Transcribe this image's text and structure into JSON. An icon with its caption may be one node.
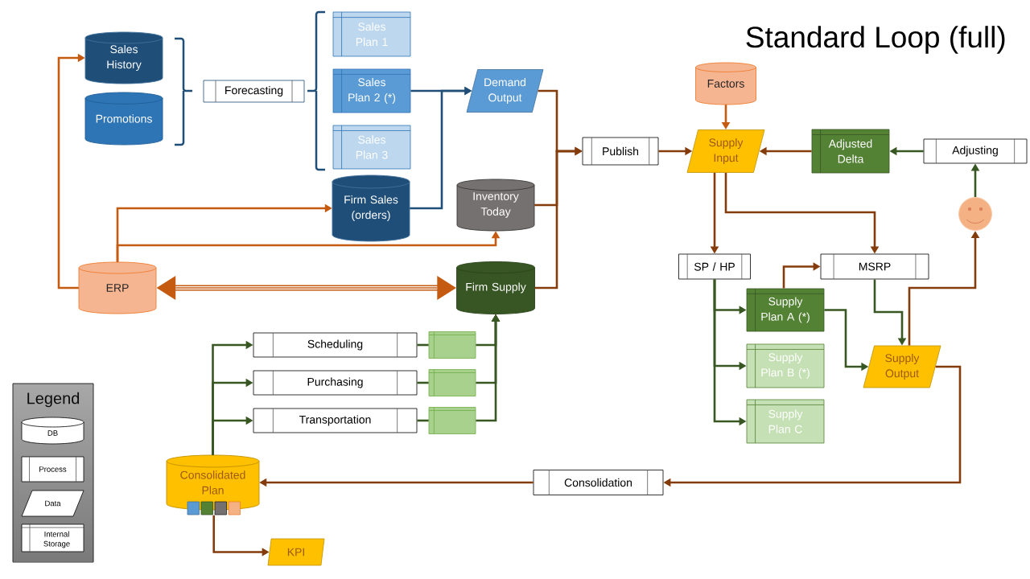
{
  "diagram": {
    "title": "Standard Loop (full)",
    "nodes": [
      {
        "text": [
          "Sales History"
        ]
      },
      {
        "text": [
          "Promotions"
        ]
      },
      {
        "text": [
          "Forecasting"
        ]
      },
      {
        "text": [
          "Sales Plan 1"
        ]
      },
      {
        "text": [
          "Sales Plan 2 (*)"
        ]
      },
      {
        "text": [
          "Sales Plan 3"
        ]
      },
      {
        "text": [
          "Demand Output"
        ]
      },
      {
        "text": [
          "Factors"
        ]
      },
      {
        "text": [
          "Publish"
        ]
      },
      {
        "text": [
          "Supply Input"
        ]
      },
      {
        "text": [
          "Adjusted Delta"
        ]
      },
      {
        "text": [
          "Adjusting"
        ]
      },
      {
        "text": [
          "Firm Sales (orders)"
        ]
      },
      {
        "text": [
          "Inventory Today"
        ]
      },
      {
        "text": [],
        "shape": "circle"
      },
      {
        "text": [
          "ERP"
        ]
      },
      {
        "text": [
          "Firm Supply"
        ]
      },
      {
        "text": [
          "SP / HP"
        ]
      },
      {
        "text": [
          "MSRP"
        ]
      },
      {
        "text": [
          "Supply Plan A (*)"
        ]
      },
      {
        "text": [
          "Scheduling"
        ]
      },
      {
        "text": [],
        "shape": "box"
      },
      {
        "text": [
          "Supply Output"
        ]
      },
      {
        "text": [
          "Supply Plan B (*)"
        ]
      },
      {
        "text": [
          "Purchasing"
        ]
      },
      {
        "text": [],
        "shape": "box"
      },
      {
        "text": [
          "Transportation"
        ]
      },
      {
        "text": [],
        "shape": "box"
      },
      {
        "text": [
          "Supply Plan C"
        ]
      },
      {
        "text": [
          "Consolidated Plan"
        ]
      },
      {
        "text": [
          "Consolidation"
        ]
      },
      {
        "text": [
          "KPI"
        ]
      }
    ],
    "edges": [
      {
        "from": 15,
        "to": 0,
        "arrow": "to",
        "color": "#c55a11"
      },
      {
        "from": 15,
        "to": 12,
        "arrow": "to",
        "color": "#c55a11"
      },
      {
        "from": 15,
        "to": 13,
        "arrow": "to",
        "color": "#c55a11"
      },
      {
        "from": 15,
        "to": 16,
        "arrow": "both",
        "style": "thick",
        "color": "#c55a11"
      },
      {
        "from": 4,
        "to": 6,
        "arrow": "to",
        "color": "#1f4e79"
      },
      {
        "from": 12,
        "to": 6,
        "arrow": "to",
        "color": "#1f4e79"
      },
      {
        "from": 6,
        "to": 8,
        "arrow": "to",
        "color": "#843c0c"
      },
      {
        "from": 13,
        "to": 8,
        "arrow": "to",
        "color": "#843c0c"
      },
      {
        "from": 16,
        "to": 8,
        "arrow": "to",
        "color": "#843c0c"
      },
      {
        "from": 8,
        "to": 9,
        "arrow": "to",
        "color": "#843c0c"
      },
      {
        "from": 7,
        "to": 9,
        "arrow": "to",
        "color": "#c55a11"
      },
      {
        "from": 10,
        "to": 9,
        "arrow": "to",
        "color": "#843c0c"
      },
      {
        "from": 11,
        "to": 10,
        "arrow": "to"
      },
      {
        "from": 14,
        "to": 11,
        "arrow": "to"
      },
      {
        "from": 9,
        "to": 17,
        "arrow": "to",
        "color": "#843c0c"
      },
      {
        "from": 9,
        "to": 18,
        "arrow": "to",
        "color": "#843c0c"
      },
      {
        "from": 17,
        "to": 19,
        "arrow": "to"
      },
      {
        "from": 17,
        "to": 23,
        "arrow": "to"
      },
      {
        "from": 17,
        "to": 28,
        "arrow": "to"
      },
      {
        "from": 19,
        "to": 18,
        "arrow": "to",
        "color": "#843c0c"
      },
      {
        "from": 19,
        "to": 22,
        "arrow": "to"
      },
      {
        "from": 18,
        "to": 22,
        "arrow": "to"
      },
      {
        "from": 22,
        "to": 14,
        "arrow": "to",
        "color": "#843c0c"
      },
      {
        "from": 22,
        "to": 30,
        "arrow": "to",
        "color": "#843c0c"
      },
      {
        "from": 30,
        "to": 29,
        "arrow": "to",
        "color": "#843c0c"
      },
      {
        "from": 29,
        "to": 31,
        "arrow": "to",
        "color": "#843c0c"
      },
      {
        "from": 29,
        "to": 20,
        "arrow": "to"
      },
      {
        "from": 29,
        "to": 24,
        "arrow": "to"
      },
      {
        "from": 29,
        "to": 26,
        "arrow": "to"
      },
      {
        "from": 20,
        "to": 21,
        "arrow": "none"
      },
      {
        "from": 24,
        "to": 25,
        "arrow": "none"
      },
      {
        "from": 26,
        "to": 27,
        "arrow": "none"
      },
      {
        "from": 21,
        "to": 16,
        "arrow": "to"
      },
      {
        "from": 25,
        "to": 16,
        "arrow": "to"
      },
      {
        "from": 27,
        "to": 16,
        "arrow": "to"
      }
    ],
    "labels": [
      "Legend"
    ],
    "legend": [
      {
        "text": "DB"
      },
      {
        "text": "Process"
      },
      {
        "text": "Data"
      },
      {
        "text": "Internal Storage"
      }
    ]
  }
}
